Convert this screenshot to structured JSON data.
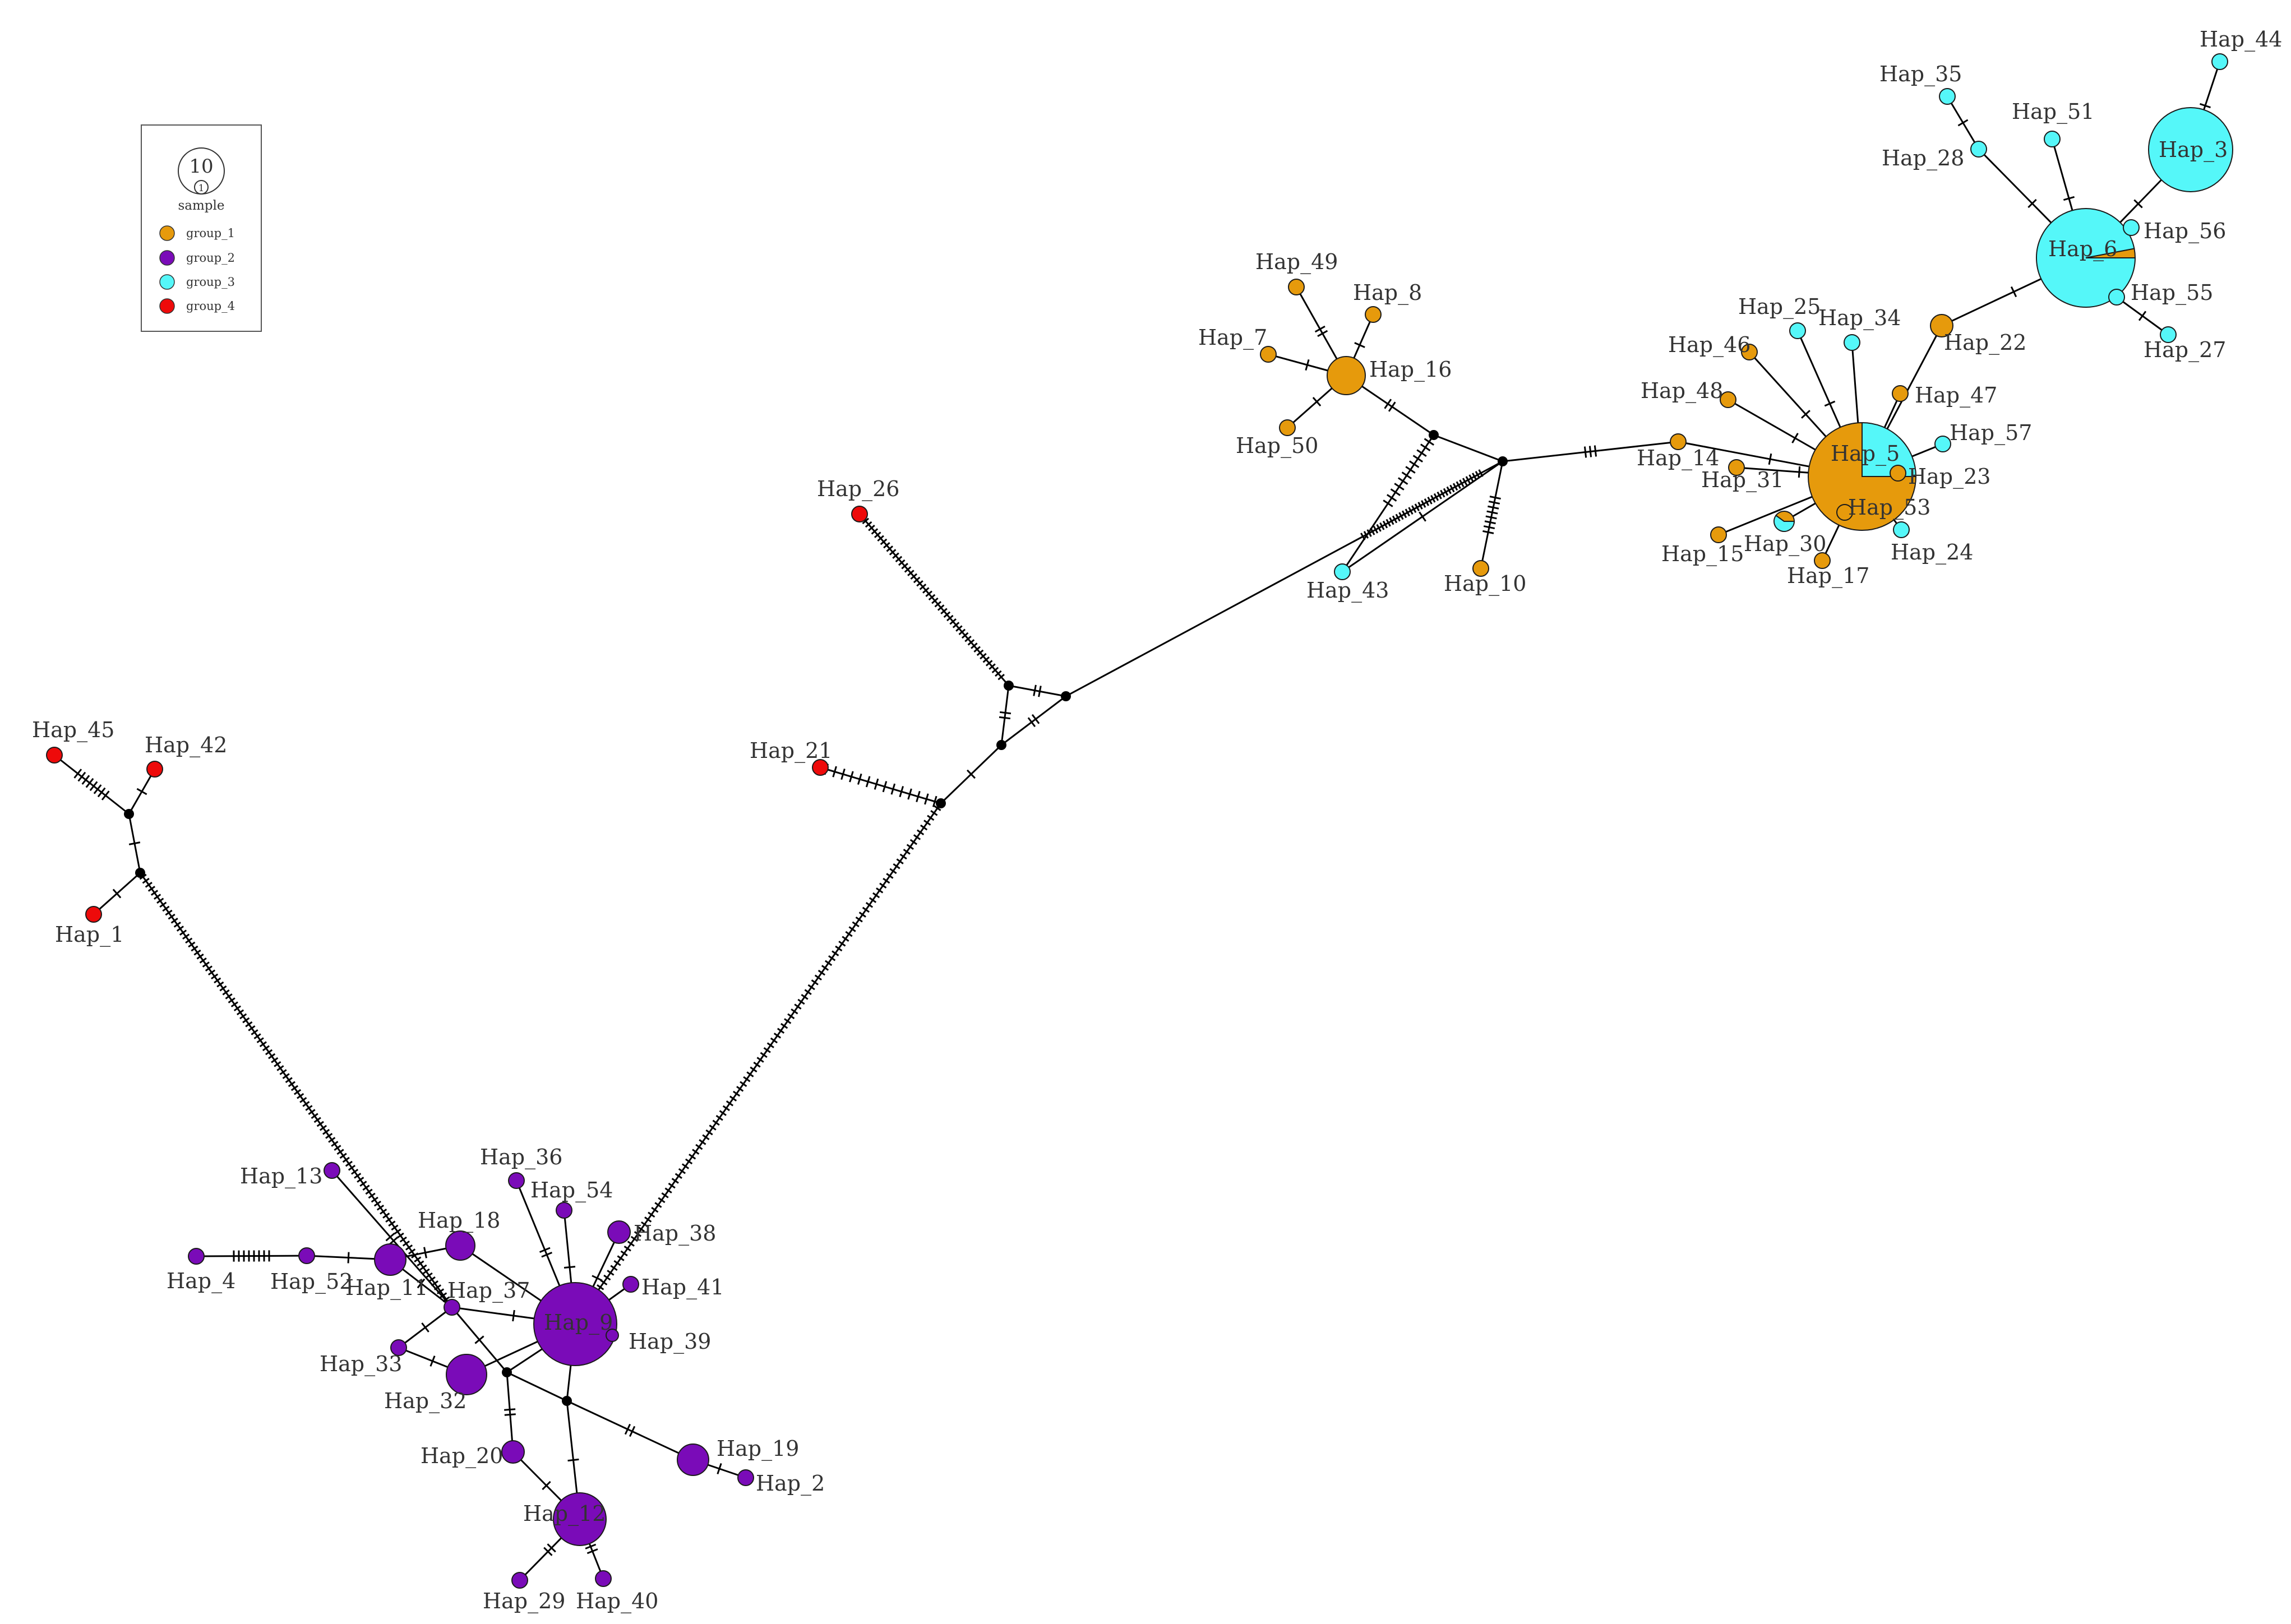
{
  "colors": {
    "group_1": "#E69A0C",
    "group_2": "#7A0BB8",
    "group_3": "#55F7F9",
    "group_4": "#EE0A0A",
    "hub": "#000000",
    "edge": "#000000"
  },
  "legend": {
    "scale_value": "10",
    "scale_small": "1",
    "title": "sample",
    "groups": [
      {
        "id": "group_1",
        "label": "group_1"
      },
      {
        "id": "group_2",
        "label": "group_2"
      },
      {
        "id": "group_3",
        "label": "group_3"
      },
      {
        "id": "group_4",
        "label": "group_4"
      }
    ]
  },
  "haplotypes": [
    {
      "id": "Hap_1",
      "label": "Hap_1",
      "group": "group_4"
    },
    {
      "id": "Hap_2",
      "label": "Hap_2",
      "group": "group_2"
    },
    {
      "id": "Hap_3",
      "label": "Hap_3",
      "group": "group_3"
    },
    {
      "id": "Hap_4",
      "label": "Hap_4",
      "group": "group_2"
    },
    {
      "id": "Hap_5",
      "label": "Hap_5",
      "group": "group_1",
      "mixed": [
        {
          "group": "group_1",
          "fraction": 0.75
        },
        {
          "group": "group_3",
          "fraction": 0.25
        }
      ]
    },
    {
      "id": "Hap_6",
      "label": "Hap_6",
      "group": "group_3",
      "mixed": [
        {
          "group": "group_3",
          "fraction": 0.97
        },
        {
          "group": "group_1",
          "fraction": 0.03
        }
      ]
    },
    {
      "id": "Hap_7",
      "label": "Hap_7",
      "group": "group_1"
    },
    {
      "id": "Hap_8",
      "label": "Hap_8",
      "group": "group_1"
    },
    {
      "id": "Hap_9",
      "label": "Hap_9",
      "group": "group_2"
    },
    {
      "id": "Hap_10",
      "label": "Hap_10",
      "group": "group_1"
    },
    {
      "id": "Hap_11",
      "label": "Hap_11",
      "group": "group_2"
    },
    {
      "id": "Hap_12",
      "label": "Hap_12",
      "group": "group_2"
    },
    {
      "id": "Hap_13",
      "label": "Hap_13",
      "group": "group_2"
    },
    {
      "id": "Hap_14",
      "label": "Hap_14",
      "group": "group_1"
    },
    {
      "id": "Hap_15",
      "label": "Hap_15",
      "group": "group_1"
    },
    {
      "id": "Hap_16",
      "label": "Hap_16",
      "group": "group_1"
    },
    {
      "id": "Hap_17",
      "label": "Hap_17",
      "group": "group_1"
    },
    {
      "id": "Hap_18",
      "label": "Hap_18",
      "group": "group_2"
    },
    {
      "id": "Hap_19",
      "label": "Hap_19",
      "group": "group_2"
    },
    {
      "id": "Hap_20",
      "label": "Hap_20",
      "group": "group_2"
    },
    {
      "id": "Hap_21",
      "label": "Hap_21",
      "group": "group_4"
    },
    {
      "id": "Hap_22",
      "label": "Hap_22",
      "group": "group_1"
    },
    {
      "id": "Hap_23",
      "label": "Hap_23",
      "group": "group_1"
    },
    {
      "id": "Hap_24",
      "label": "Hap_24",
      "group": "group_3"
    },
    {
      "id": "Hap_25",
      "label": "Hap_25",
      "group": "group_3"
    },
    {
      "id": "Hap_26",
      "label": "Hap_26",
      "group": "group_4"
    },
    {
      "id": "Hap_27",
      "label": "Hap_27",
      "group": "group_3"
    },
    {
      "id": "Hap_28",
      "label": "Hap_28",
      "group": "group_3"
    },
    {
      "id": "Hap_29",
      "label": "Hap_29",
      "group": "group_2"
    },
    {
      "id": "Hap_30",
      "label": "Hap_30",
      "group": "group_3",
      "mixed": [
        {
          "group": "group_3",
          "fraction": 0.6
        },
        {
          "group": "group_1",
          "fraction": 0.4
        }
      ]
    },
    {
      "id": "Hap_31",
      "label": "Hap_31",
      "group": "group_1"
    },
    {
      "id": "Hap_32",
      "label": "Hap_32",
      "group": "group_2"
    },
    {
      "id": "Hap_33",
      "label": "Hap_33",
      "group": "group_2"
    },
    {
      "id": "Hap_34",
      "label": "Hap_34",
      "group": "group_3"
    },
    {
      "id": "Hap_35",
      "label": "Hap_35",
      "group": "group_3"
    },
    {
      "id": "Hap_36",
      "label": "Hap_36",
      "group": "group_2"
    },
    {
      "id": "Hap_37",
      "label": "Hap_37",
      "group": "group_2"
    },
    {
      "id": "Hap_38",
      "label": "Hap_38",
      "group": "group_2"
    },
    {
      "id": "Hap_39",
      "label": "Hap_39",
      "group": "group_2"
    },
    {
      "id": "Hap_40",
      "label": "Hap_40",
      "group": "group_2"
    },
    {
      "id": "Hap_41",
      "label": "Hap_41",
      "group": "group_2"
    },
    {
      "id": "Hap_42",
      "label": "Hap_42",
      "group": "group_4"
    },
    {
      "id": "Hap_43",
      "label": "Hap_43",
      "group": "group_3"
    },
    {
      "id": "Hap_44",
      "label": "Hap_44",
      "group": "group_3"
    },
    {
      "id": "Hap_45",
      "label": "Hap_45",
      "group": "group_4"
    },
    {
      "id": "Hap_46",
      "label": "Hap_46",
      "group": "group_1"
    },
    {
      "id": "Hap_47",
      "label": "Hap_47",
      "group": "group_1"
    },
    {
      "id": "Hap_48",
      "label": "Hap_48",
      "group": "group_1"
    },
    {
      "id": "Hap_49",
      "label": "Hap_49",
      "group": "group_1"
    },
    {
      "id": "Hap_50",
      "label": "Hap_50",
      "group": "group_1"
    },
    {
      "id": "Hap_51",
      "label": "Hap_51",
      "group": "group_3"
    },
    {
      "id": "Hap_52",
      "label": "Hap_52",
      "group": "group_2"
    },
    {
      "id": "Hap_53",
      "label": "Hap_53",
      "group": "group_1"
    },
    {
      "id": "Hap_54",
      "label": "Hap_54",
      "group": "group_2"
    },
    {
      "id": "Hap_55",
      "label": "Hap_55",
      "group": "group_3"
    },
    {
      "id": "Hap_56",
      "label": "Hap_56",
      "group": "group_3"
    },
    {
      "id": "Hap_57",
      "label": "Hap_57",
      "group": "group_3"
    }
  ],
  "edges": [
    {
      "from": "Hap_44",
      "to": "Hap_3",
      "steps": 1
    },
    {
      "from": "Hap_3",
      "to": "Hap_6",
      "steps": 1
    },
    {
      "from": "Hap_35",
      "to": "Hap_28",
      "steps": 1
    },
    {
      "from": "Hap_28",
      "to": "Hap_6",
      "steps": 1
    },
    {
      "from": "Hap_51",
      "to": "Hap_6",
      "steps": 1
    },
    {
      "from": "Hap_56",
      "to": "Hap_6",
      "steps": 0
    },
    {
      "from": "Hap_55",
      "to": "Hap_6",
      "steps": 0
    },
    {
      "from": "Hap_27",
      "to": "Hap_55",
      "steps": 1
    },
    {
      "from": "Hap_6",
      "to": "Hap_22",
      "steps": 1
    },
    {
      "from": "Hap_22",
      "to": "Hap_5",
      "steps": 0
    },
    {
      "from": "Hap_25",
      "to": "Hap_5",
      "steps": 1
    },
    {
      "from": "Hap_34",
      "to": "Hap_5",
      "steps": 0
    },
    {
      "from": "Hap_46",
      "to": "Hap_5",
      "steps": 1
    },
    {
      "from": "Hap_48",
      "to": "Hap_5",
      "steps": 1
    },
    {
      "from": "Hap_47",
      "to": "Hap_5",
      "steps": 0
    },
    {
      "from": "Hap_57",
      "to": "Hap_5",
      "steps": 0
    },
    {
      "from": "Hap_31",
      "to": "Hap_5",
      "steps": 1
    },
    {
      "from": "Hap_15",
      "to": "Hap_5",
      "steps": 0
    },
    {
      "from": "Hap_30",
      "to": "Hap_5",
      "steps": 0
    },
    {
      "from": "Hap_17",
      "to": "Hap_5",
      "steps": 0
    },
    {
      "from": "Hap_24",
      "to": "Hap_5",
      "steps": 0
    },
    {
      "from": "Hap_14",
      "to": "Hap_5",
      "steps": 1
    },
    {
      "from": "Hap_49",
      "to": "Hap_16",
      "steps": 2
    },
    {
      "from": "Hap_8",
      "to": "Hap_16",
      "steps": 1
    },
    {
      "from": "Hap_7",
      "to": "Hap_16",
      "steps": 1
    },
    {
      "from": "Hap_50",
      "to": "Hap_16",
      "steps": 1
    },
    {
      "from": "Hap_16",
      "to": "mv1",
      "steps": 2
    },
    {
      "from": "mv1",
      "to": "mv2",
      "steps": 0
    },
    {
      "from": "mv1",
      "to": "Hap_43",
      "steps": 12
    },
    {
      "from": "mv2",
      "to": "Hap_43",
      "steps": 1
    },
    {
      "from": "mv2",
      "to": "Hap_10",
      "steps": 8
    },
    {
      "from": "mv2",
      "to": "Hap_14",
      "steps": 3
    },
    {
      "from": "mv2",
      "to": "mv3",
      "steps": 38
    },
    {
      "from": "mv3",
      "to": "mv4",
      "steps": 2
    },
    {
      "from": "mv3",
      "to": "mv5",
      "steps": 2
    },
    {
      "from": "mv4",
      "to": "Hap_26",
      "steps": 48
    },
    {
      "from": "mv4",
      "to": "mv5",
      "steps": 2
    },
    {
      "from": "mv5",
      "to": "mv6",
      "steps": 1
    },
    {
      "from": "mv6",
      "to": "Hap_21",
      "steps": 14
    },
    {
      "from": "mv6",
      "to": "mv7",
      "steps": 110
    },
    {
      "from": "Hap_45",
      "to": "mv8",
      "steps": 8
    },
    {
      "from": "Hap_42",
      "to": "mv8",
      "steps": 1
    },
    {
      "from": "mv8",
      "to": "mv9",
      "steps": 1
    },
    {
      "from": "Hap_1",
      "to": "mv9",
      "steps": 1
    },
    {
      "from": "mv9",
      "to": "Hap_37",
      "steps": 110
    },
    {
      "from": "Hap_4",
      "to": "Hap_52",
      "steps": 8
    },
    {
      "from": "Hap_52",
      "to": "Hap_11",
      "steps": 1
    },
    {
      "from": "Hap_13",
      "to": "Hap_37",
      "steps": 2
    },
    {
      "from": "Hap_11",
      "to": "Hap_18",
      "steps": 1
    },
    {
      "from": "Hap_11",
      "to": "Hap_37",
      "steps": 1
    },
    {
      "from": "Hap_18",
      "to": "Hap_9",
      "steps": 0
    },
    {
      "from": "Hap_37",
      "to": "Hap_9",
      "steps": 1
    },
    {
      "from": "Hap_37",
      "to": "Hap_33",
      "steps": 1
    },
    {
      "from": "Hap_37",
      "to": "mv10",
      "steps": 1
    },
    {
      "from": "Hap_33",
      "to": "Hap_32",
      "steps": 1
    },
    {
      "from": "Hap_32",
      "to": "Hap_9",
      "steps": 0
    },
    {
      "from": "Hap_36",
      "to": "Hap_9",
      "steps": 2
    },
    {
      "from": "Hap_54",
      "to": "Hap_9",
      "steps": 1
    },
    {
      "from": "Hap_38",
      "to": "Hap_9",
      "steps": 1
    },
    {
      "from": "Hap_41",
      "to": "Hap_9",
      "steps": 0
    },
    {
      "from": "Hap_39",
      "to": "Hap_9",
      "steps": 0
    },
    {
      "from": "mv7",
      "to": "Hap_9",
      "steps": 0
    },
    {
      "from": "mv10",
      "to": "mv7",
      "steps": 0
    },
    {
      "from": "mv10",
      "to": "mv11",
      "steps": 0
    },
    {
      "from": "mv10",
      "to": "Hap_20",
      "steps": 2
    },
    {
      "from": "mv11",
      "to": "Hap_9",
      "steps": 0
    },
    {
      "from": "mv11",
      "to": "Hap_19",
      "steps": 2
    },
    {
      "from": "mv11",
      "to": "Hap_12",
      "steps": 1
    },
    {
      "from": "Hap_19",
      "to": "Hap_2",
      "steps": 1
    },
    {
      "from": "Hap_20",
      "to": "Hap_12",
      "steps": 1
    },
    {
      "from": "Hap_12",
      "to": "Hap_29",
      "steps": 2
    },
    {
      "from": "Hap_12",
      "to": "Hap_40",
      "steps": 2
    }
  ]
}
